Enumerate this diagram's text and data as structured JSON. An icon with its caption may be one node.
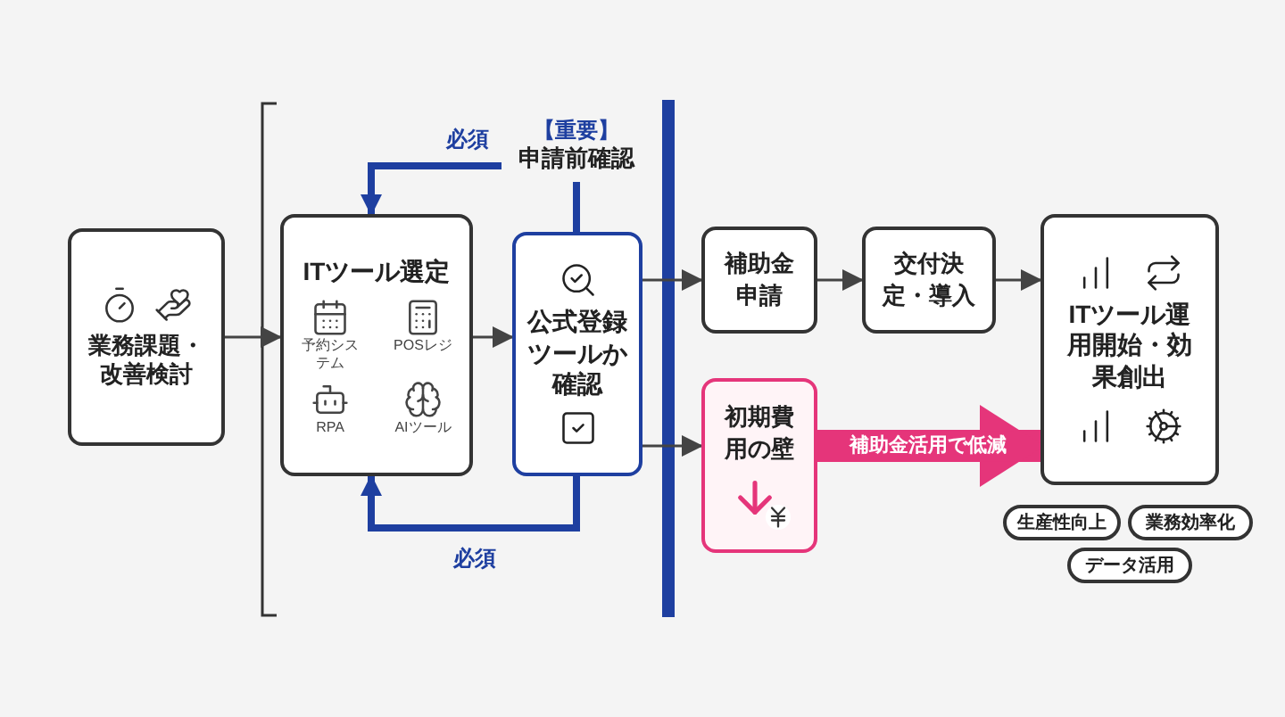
{
  "diagram": {
    "nodes": [
      {
        "text": [
          "業務課題・改善検討"
        ]
      },
      {
        "text": [
          "ITツール選定",
          "予約システム",
          "POSレジ",
          "RPA",
          "AIツール"
        ]
      },
      {
        "text": [
          "公式登録ツールか確認"
        ]
      },
      {
        "text": [
          "【重要】",
          "申請前確認"
        ]
      },
      {
        "text": [
          "補助金申請"
        ]
      },
      {
        "text": [
          "交付決定・導入"
        ]
      },
      {
        "text": [
          "ITツール運用開始・効果創出"
        ]
      },
      {
        "text": [
          "初期費用の壁"
        ]
      },
      {
        "text": [
          "生産性向上"
        ]
      },
      {
        "text": [
          "業務効率化"
        ]
      },
      {
        "text": [
          "データ活用"
        ]
      }
    ],
    "edges": [
      {
        "from": 0,
        "to": 1,
        "arrow": "to"
      },
      {
        "from": 1,
        "to": 2,
        "arrow": "to"
      },
      {
        "from": 2,
        "to": 4,
        "arrow": "to"
      },
      {
        "from": 2,
        "to": 7,
        "arrow": "to"
      },
      {
        "from": 4,
        "to": 5,
        "arrow": "to"
      },
      {
        "from": 5,
        "to": 6,
        "arrow": "to"
      },
      {
        "from": 7,
        "to": 6,
        "arrow": "to",
        "label": "補助金活用で低減",
        "style": "thick",
        "color": "#e5357a"
      },
      {
        "from": 3,
        "to": 1,
        "arrow": "to",
        "label": "必須",
        "color": "#1e3fa0",
        "style": "thick"
      },
      {
        "from": 3,
        "to": 2,
        "arrow": "none",
        "color": "#1e3fa0",
        "style": "thick"
      },
      {
        "from": 2,
        "to": 1,
        "arrow": "to",
        "label": "必須",
        "color": "#1e3fa0",
        "style": "thick"
      }
    ]
  }
}
